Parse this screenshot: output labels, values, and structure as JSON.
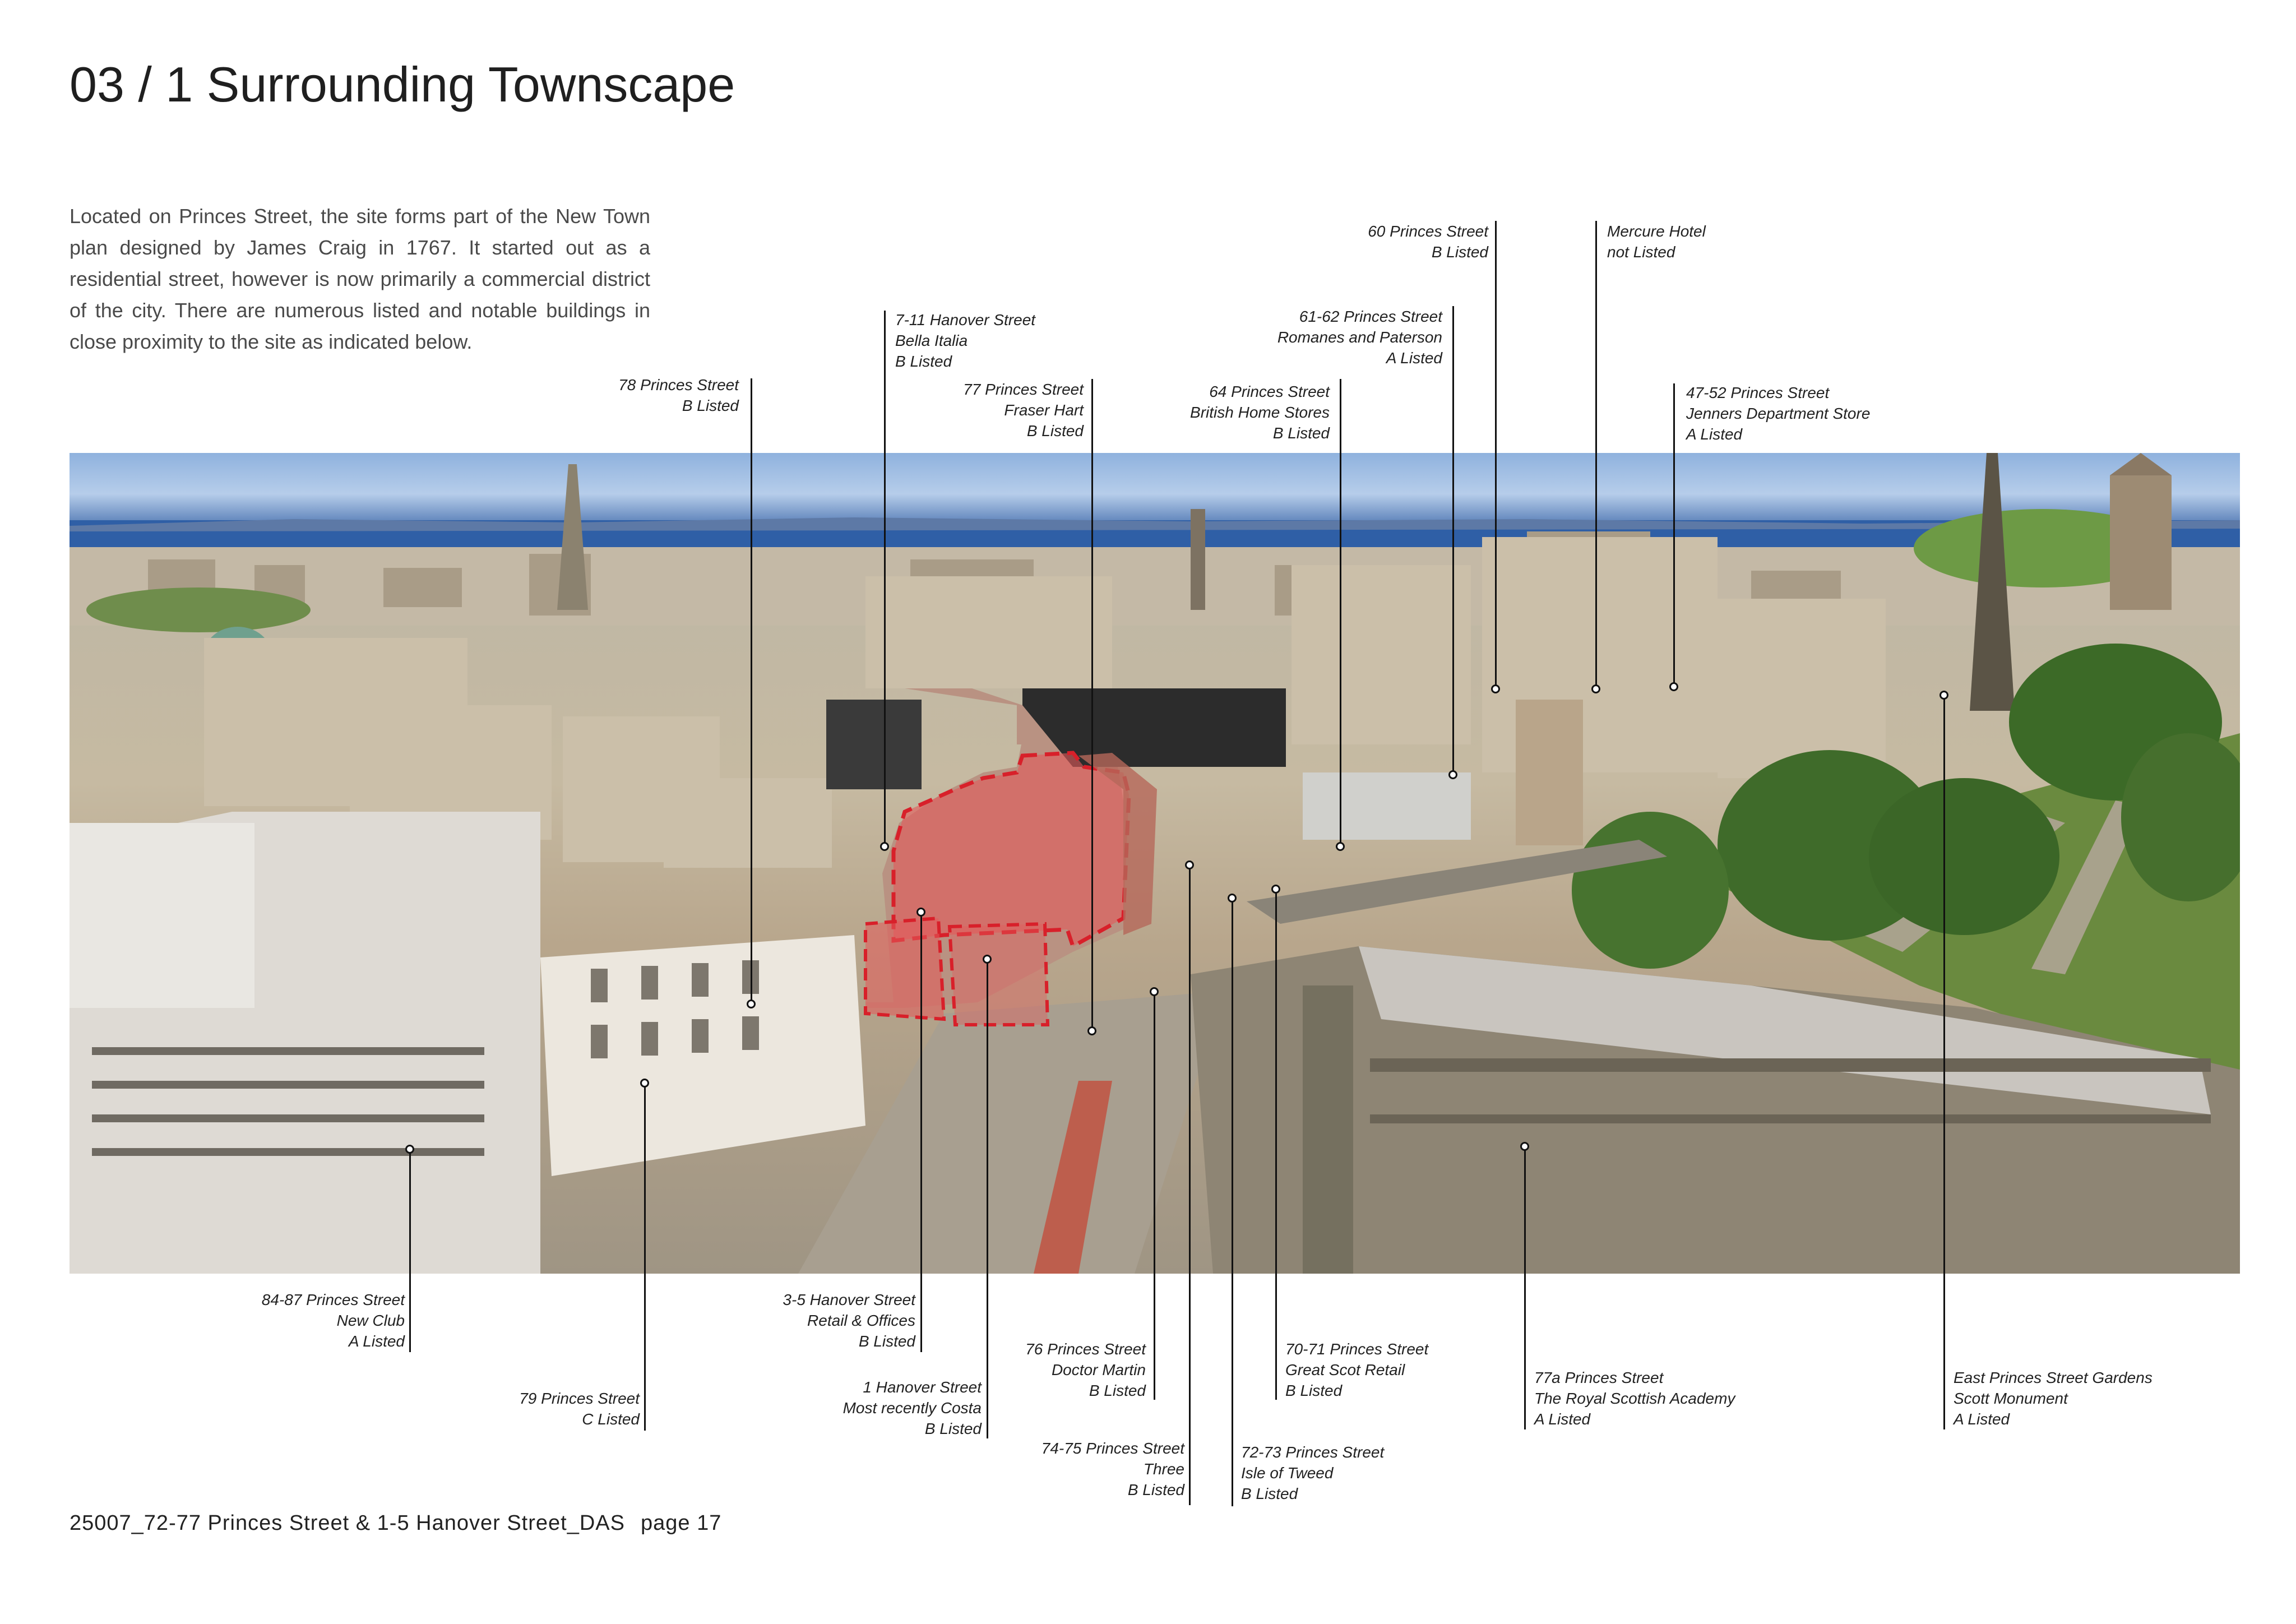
{
  "page": {
    "title": "03 / 1 Surrounding Townscape",
    "intro": "Located on Princes Street, the site forms part of the New Town plan designed by James Craig in 1767. It started out as a residential street, however is now primarily a commercial district of the city. There are numerous listed and notable buildings in close proximity to the site as indicated below.",
    "footer_doc": "25007_72-77 Princes Street & 1-5 Hanover Street_DAS",
    "footer_page": "page 17"
  },
  "annotations": [
    {
      "id": "78-princes",
      "lines": [
        "78 Princes Street",
        "B Listed"
      ]
    },
    {
      "id": "7-11-hanover",
      "lines": [
        "7-11 Hanover Street",
        "Bella Italia",
        "B Listed"
      ]
    },
    {
      "id": "77-princes",
      "lines": [
        "77 Princes Street",
        "Fraser Hart",
        "B Listed"
      ]
    },
    {
      "id": "64-princes",
      "lines": [
        "64 Princes Street",
        "British Home Stores",
        "B Listed"
      ]
    },
    {
      "id": "61-62-princes",
      "lines": [
        "61-62 Princes Street",
        "Romanes and Paterson",
        "A Listed"
      ]
    },
    {
      "id": "60-princes",
      "lines": [
        "60 Princes Street",
        "B Listed"
      ]
    },
    {
      "id": "mercure",
      "lines": [
        "Mercure Hotel",
        "not Listed"
      ]
    },
    {
      "id": "47-52-princes",
      "lines": [
        "47-52 Princes Street",
        "Jenners Department Store",
        "A Listed"
      ]
    },
    {
      "id": "84-87-princes",
      "lines": [
        "84-87 Princes Street",
        "New Club",
        "A Listed"
      ]
    },
    {
      "id": "79-princes",
      "lines": [
        "79 Princes Street",
        "C Listed"
      ]
    },
    {
      "id": "3-5-hanover",
      "lines": [
        "3-5 Hanover Street",
        "Retail & Offices",
        "B Listed"
      ]
    },
    {
      "id": "1-hanover",
      "lines": [
        "1 Hanover Street",
        "Most recently Costa",
        "B Listed"
      ]
    },
    {
      "id": "76-princes",
      "lines": [
        "76 Princes Street",
        "Doctor Martin",
        "B Listed"
      ]
    },
    {
      "id": "74-75-princes",
      "lines": [
        "74-75 Princes Street",
        "Three",
        "B Listed"
      ]
    },
    {
      "id": "70-71-princes",
      "lines": [
        "70-71 Princes Street",
        "Great Scot Retail",
        "B Listed"
      ]
    },
    {
      "id": "72-73-princes",
      "lines": [
        "72-73 Princes Street",
        "Isle of Tweed",
        "B Listed"
      ]
    },
    {
      "id": "77a-princes",
      "lines": [
        "77a Princes Street",
        "The Royal Scottish Academy",
        "A Listed"
      ]
    },
    {
      "id": "east-gardens",
      "lines": [
        "East Princes Street Gardens",
        "Scott Monument",
        "A Listed"
      ]
    }
  ],
  "colors": {
    "site_outline": "#d8202a",
    "site_fill": "#e35a5a",
    "leader": "#111111"
  }
}
